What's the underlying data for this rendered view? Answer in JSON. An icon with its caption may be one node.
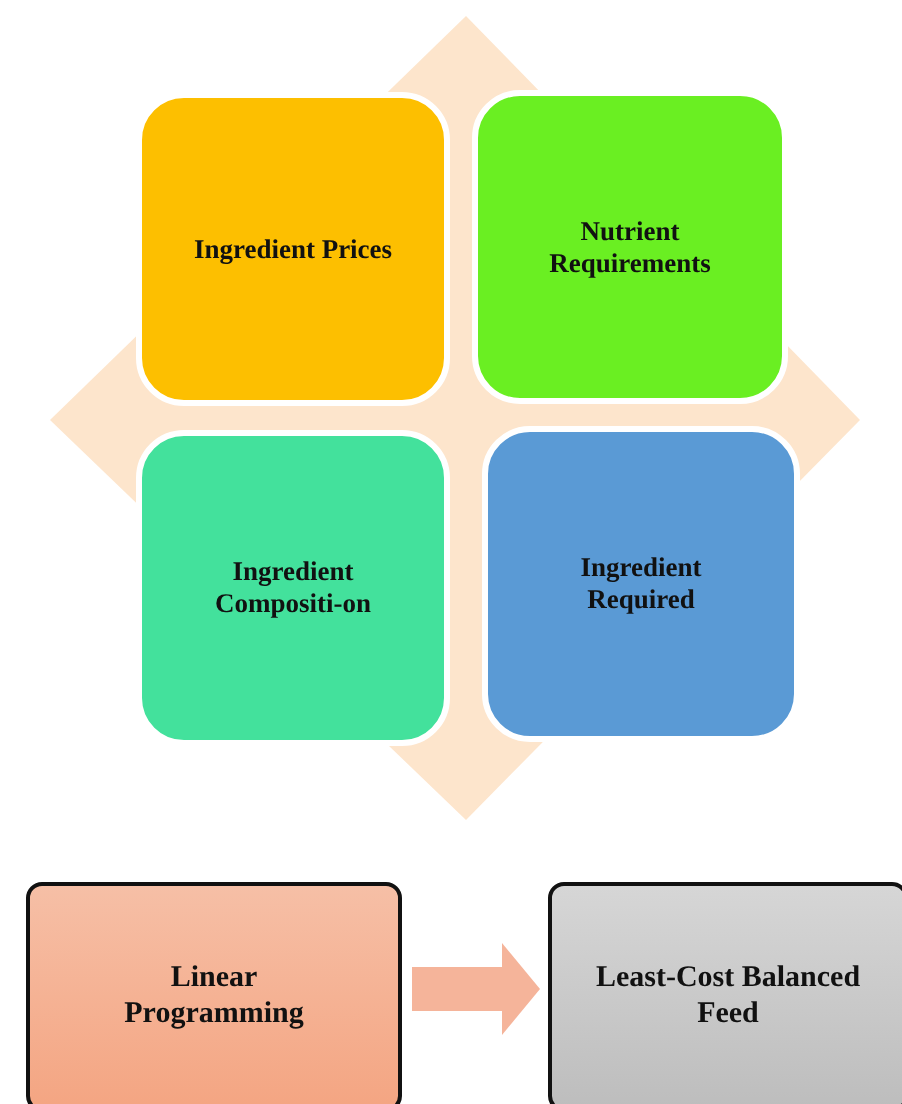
{
  "diagram": {
    "nodes": [
      {
        "text": [
          "Ingredient Prices"
        ]
      },
      {
        "text": [
          "Nutrient Requirements"
        ]
      },
      {
        "text": [
          "Ingredient Compositi-on"
        ]
      },
      {
        "text": [
          "Ingredient Required"
        ]
      },
      {
        "text": [
          "Linear Programming"
        ]
      },
      {
        "text": [
          "Least-Cost Balanced Feed"
        ]
      }
    ],
    "edges": [
      {
        "from": 4,
        "to": 5,
        "arrow": "to"
      }
    ]
  }
}
